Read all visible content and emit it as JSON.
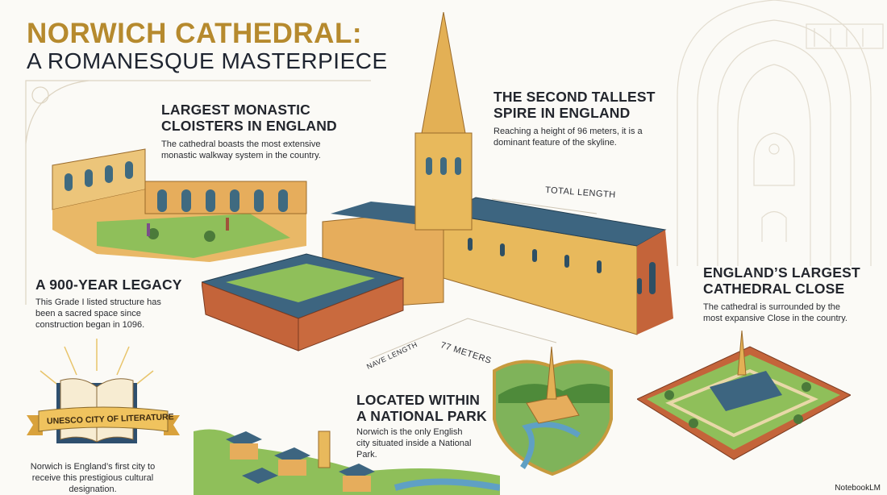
{
  "title": {
    "line1": "NORWICH CATHEDRAL:",
    "line2": "A ROMANESQUE MASTERPIECE"
  },
  "sections": {
    "cloisters": {
      "heading_line1": "LARGEST MONASTIC",
      "heading_line2": "CLOISTERS IN ENGLAND",
      "body": "The cathedral boasts the most extensive monastic walkway system in the country."
    },
    "spire": {
      "heading_line1": "THE SECOND TALLEST",
      "heading_line2": "SPIRE IN ENGLAND",
      "body": "Reaching a height of 96 meters, it is a dominant feature of the skyline."
    },
    "legacy": {
      "heading": "A 900-YEAR LEGACY",
      "body": "This Grade I listed structure has been a sacred space since construction began in 1096."
    },
    "close": {
      "heading_line1": "ENGLAND’S LARGEST",
      "heading_line2": "CATHEDRAL CLOSE",
      "body": "The cathedral is surrounded by the most expansive Close in the country."
    },
    "unesco": {
      "banner": "UNESCO CITY OF LITERATURE",
      "body": "Norwich is England’s first city to receive this prestigious cultural designation."
    },
    "park": {
      "heading_line1": "LOCATED WITHIN",
      "heading_line2": "A NATIONAL PARK",
      "body": "Norwich is the only English city situated inside a National Park."
    }
  },
  "dimension_labels": {
    "total_length": "TOTAL LENGTH",
    "nave_length": "NAVE LENGTH",
    "nave_value": "77 METERS"
  },
  "watermark": "NotebookLM",
  "colors": {
    "title_gold": "#b68a2e",
    "roof_blue": "#3d6580",
    "stone": "#e8b95c",
    "brick": "#c4643a",
    "green": "#6fa84a"
  }
}
